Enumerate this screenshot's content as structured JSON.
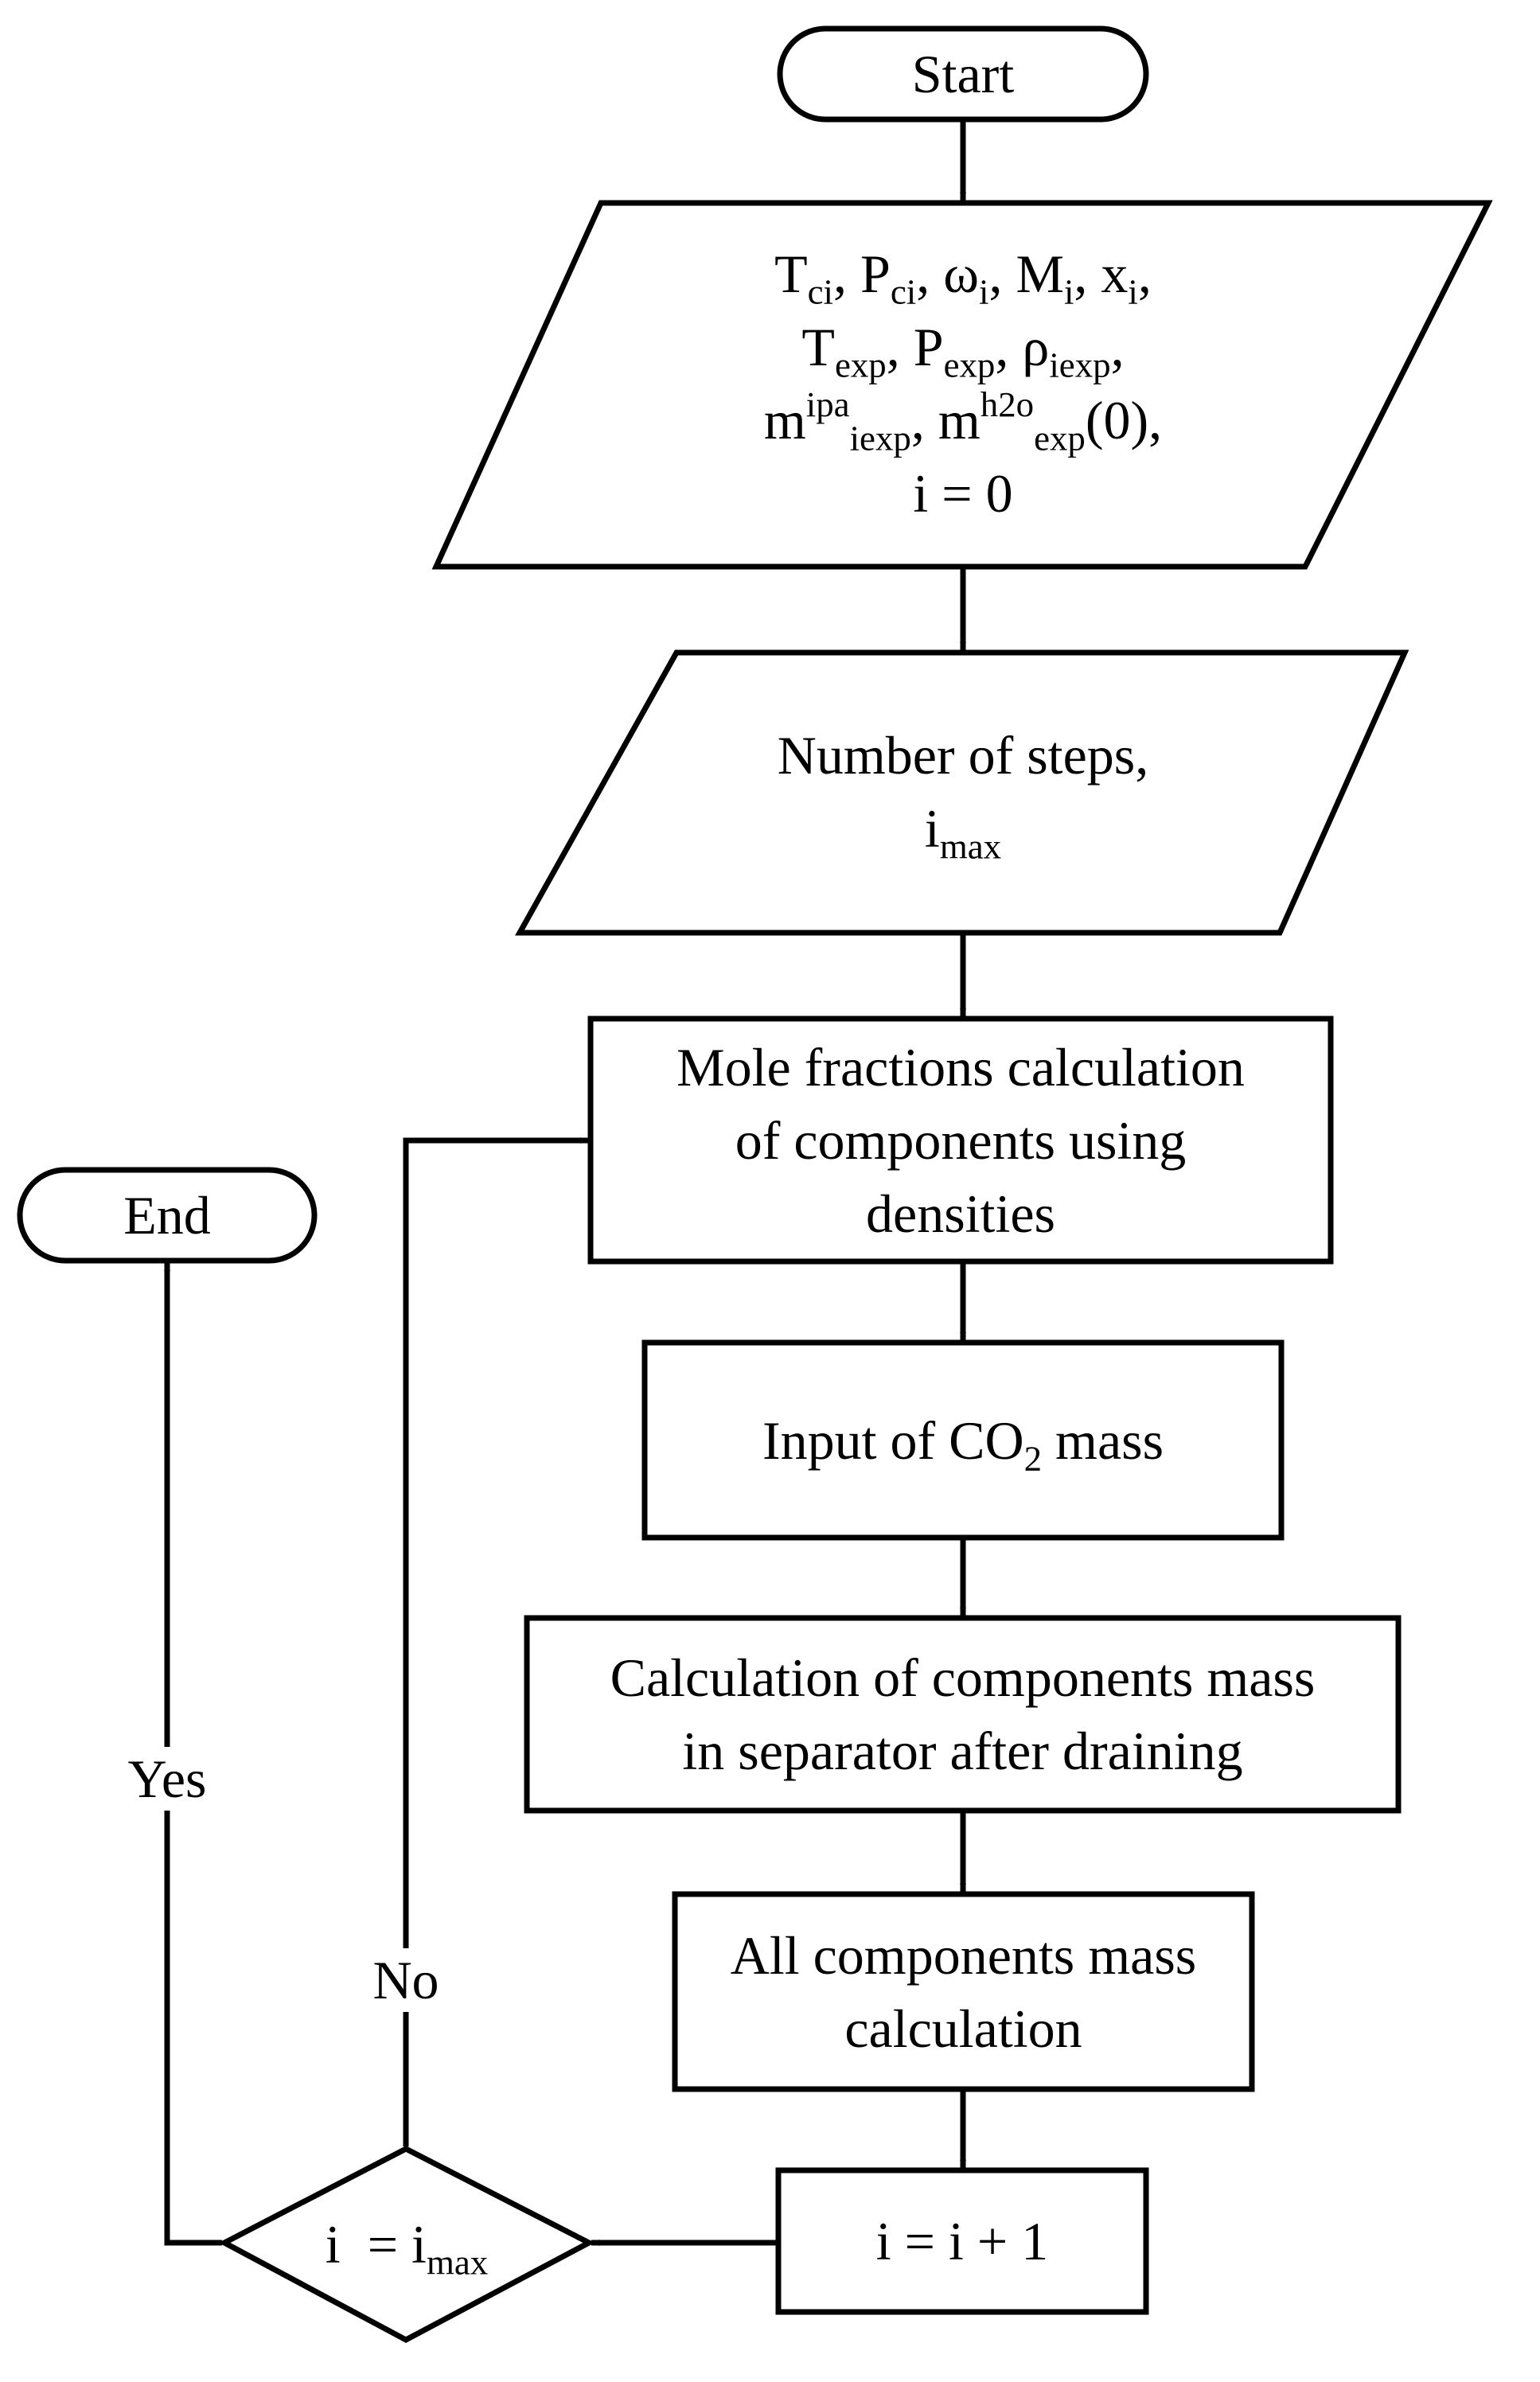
{
  "diagram": {
    "start": {
      "label": "Start"
    },
    "inputs": {
      "row1": [
        {
          "base": "T",
          "sub": "ci",
          "sep": ", "
        },
        {
          "base": "P",
          "sub": "ci",
          "sep": ", "
        },
        {
          "base": "ω",
          "sub": "i",
          "sep": ", "
        },
        {
          "base": "M",
          "sub": "i",
          "sep": ", "
        },
        {
          "base": "x",
          "sub": "i",
          "sep": ","
        }
      ],
      "row2": [
        {
          "base": "T",
          "sub": "exp",
          "sep": ", "
        },
        {
          "base": "P",
          "sub": "exp",
          "sep": ", "
        },
        {
          "base": "ρ",
          "sub": "iexp",
          "sep": ","
        }
      ],
      "row3": {
        "m1_base": "m",
        "m1_sup": "ipa",
        "m1_sub": "iexp",
        "sep": ", ",
        "m2_base": "m",
        "m2_sup": "h2o",
        "m2_sub": "exp",
        "tail": "(0),"
      },
      "row4": "i = 0"
    },
    "steps": {
      "line1": "Number of steps,",
      "base": "i",
      "sub": "max"
    },
    "mole_fractions": {
      "lines": [
        "Mole fractions calculation",
        "of components using",
        "densities"
      ]
    },
    "co2_input": {
      "pre": "Input of CO",
      "sub": "2",
      "post": " mass"
    },
    "separator_mass": {
      "lines": [
        "Calculation of components mass",
        "in separator after draining"
      ]
    },
    "all_mass": {
      "lines": [
        "All components mass",
        "calculation"
      ]
    },
    "increment": {
      "label": "i = i + 1"
    },
    "decision": {
      "pre": "i  = i",
      "sub": "max"
    },
    "end": {
      "label": "End"
    },
    "edge_labels": {
      "yes": "Yes",
      "no": "No"
    },
    "colors": {
      "stroke": "#000000",
      "background": "#ffffff"
    }
  }
}
